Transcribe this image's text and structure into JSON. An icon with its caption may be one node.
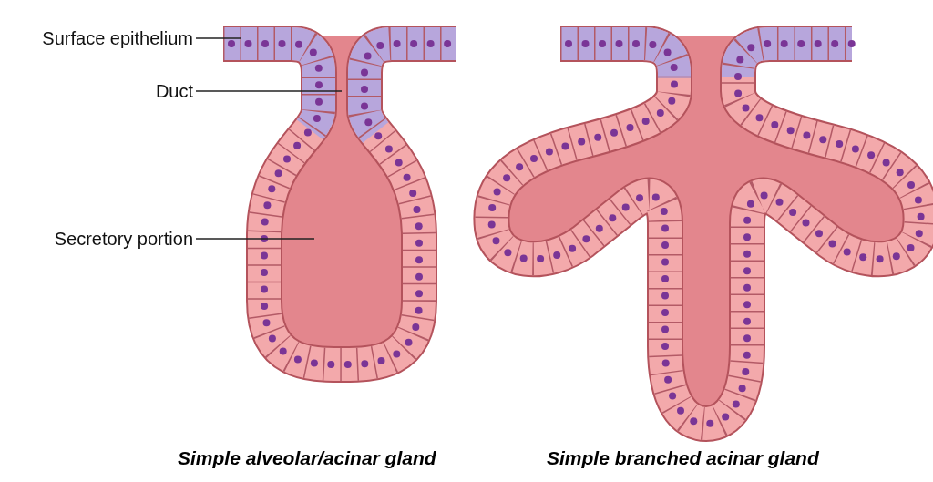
{
  "diagram": {
    "nodes": [
      {
        "text": [
          "Surface epithelium"
        ]
      },
      {
        "text": [
          "Duct"
        ]
      },
      {
        "text": [
          "Secretory portion"
        ]
      }
    ],
    "edges": [
      {
        "from": 0,
        "to": null,
        "arrow": "none"
      },
      {
        "from": 1,
        "to": null,
        "arrow": "none"
      },
      {
        "from": 2,
        "to": null,
        "arrow": "none"
      }
    ],
    "labels": [
      "Simple alveolar/acinar gland",
      "Simple branched acinar gland"
    ]
  }
}
